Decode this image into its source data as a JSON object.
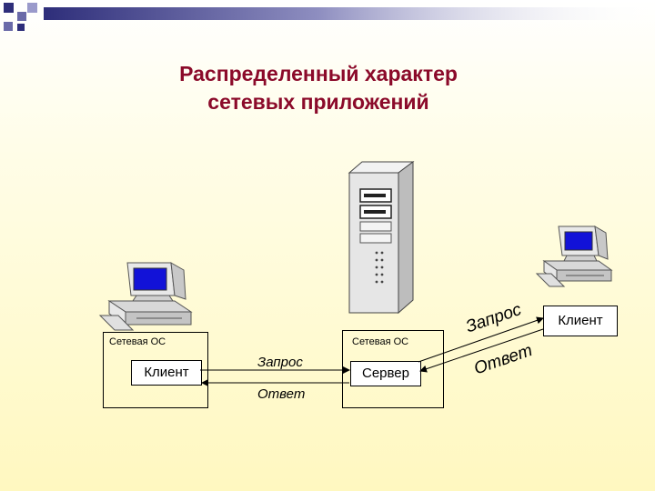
{
  "title": {
    "line1": "Распределенный характер",
    "line2": "сетевых приложений"
  },
  "left_node": {
    "os_label": "Сетевая ОС",
    "app_label": "Клиент"
  },
  "server_node": {
    "os_label": "Сетевая ОС",
    "app_label": "Сервер"
  },
  "right_client": {
    "label": "Клиент"
  },
  "arrows": {
    "request_label": "Запрос",
    "response_label": "Ответ",
    "diag_request_label": "Запрос",
    "diag_response_label": "Ответ"
  },
  "colors": {
    "title": "#8b0a2a",
    "decor_squares": "#3a3aa0",
    "monitor_screen": "#0000cc",
    "device_body": "#e0e0e0"
  },
  "icons": [
    "desktop-computer-icon",
    "tower-server-icon"
  ]
}
